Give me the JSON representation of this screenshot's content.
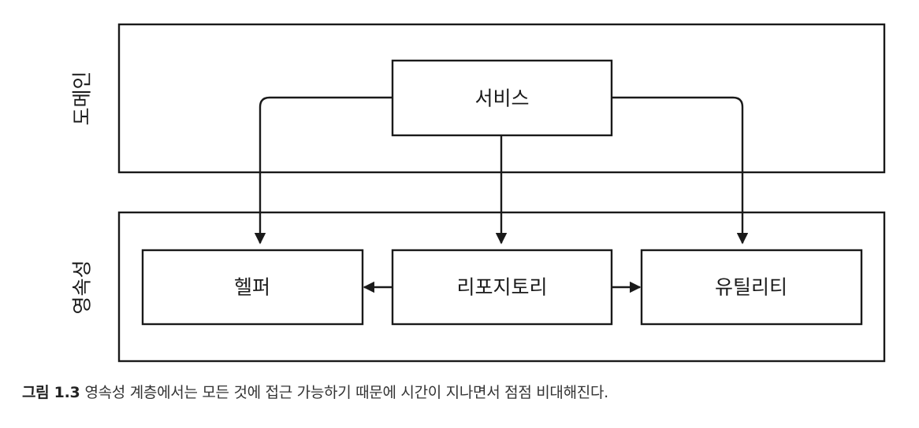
{
  "layers": {
    "domain": {
      "label": "도메인"
    },
    "persistence": {
      "label": "영속성"
    }
  },
  "nodes": {
    "service": {
      "label": "서비스"
    },
    "helper": {
      "label": "헬퍼"
    },
    "repository": {
      "label": "리포지토리"
    },
    "utility": {
      "label": "유틸리티"
    }
  },
  "caption": {
    "figure": "그림 1.3",
    "text": "영속성 계층에서는 모든 것에 접근 가능하기 때문에 시간이 지나면서 점점 비대해진다."
  }
}
